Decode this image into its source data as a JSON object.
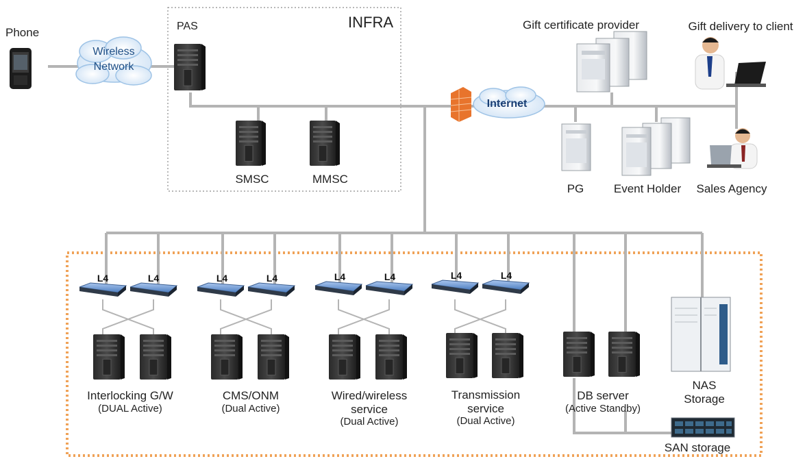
{
  "nodes": {
    "phone": "Phone",
    "wireless_network_line1": "Wireless",
    "wireless_network_line2": "Network",
    "pas": "PAS",
    "infra": "INFRA",
    "smsc": "SMSC",
    "mmsc": "MMSC",
    "internet": "Internet",
    "gift_provider": "Gift certificate provider",
    "gift_delivery": "Gift delivery to client",
    "pg": "PG",
    "event_holder": "Event Holder",
    "sales_agency": "Sales Agency",
    "l4": "L4",
    "nas_line1": "NAS",
    "nas_line2": "Storage",
    "san": "SAN storage"
  },
  "groups": [
    {
      "name_lines": [
        "Interlocking G/W"
      ],
      "mode": "(DUAL Active)"
    },
    {
      "name_lines": [
        "CMS/ONM"
      ],
      "mode": "(Dual Active)"
    },
    {
      "name_lines": [
        "Wired/wireless",
        "service"
      ],
      "mode": "(Dual Active)"
    },
    {
      "name_lines": [
        "Transmission",
        "service"
      ],
      "mode": "(Dual Active)"
    },
    {
      "name_lines": [
        "DB server"
      ],
      "mode": "(Active Standby)"
    }
  ]
}
